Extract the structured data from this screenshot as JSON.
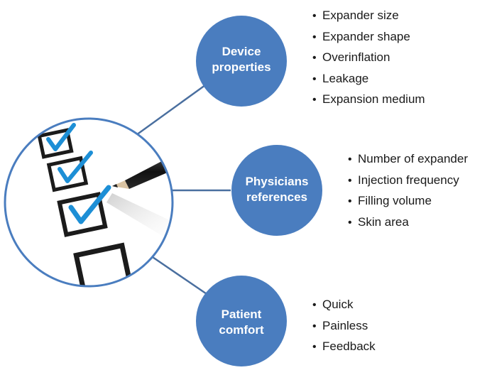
{
  "nodes": [
    {
      "id": "device",
      "title_line1": "Device",
      "title_line2": "properties",
      "items": [
        "Expander size",
        "Expander shape",
        "Overinflation",
        "Leakage",
        "Expansion medium"
      ]
    },
    {
      "id": "physicians",
      "title_line1": "Physicians",
      "title_line2": "references",
      "items": [
        "Number of expander",
        "Injection frequency",
        "Filling volume",
        "Skin area"
      ]
    },
    {
      "id": "patient",
      "title_line1": "Patient",
      "title_line2": "comfort",
      "items": [
        "Quick",
        "Painless",
        "Feedback"
      ]
    }
  ],
  "colors": {
    "node_fill": "#4a7dbf",
    "connector": "#4a6f9f",
    "checkbox": "#1b1b1b",
    "checkmark": "#1d8fd6",
    "big_circle_border": "#4a7dbf"
  },
  "icons": {
    "checklist_illustration": "checklist-with-pen-icon"
  }
}
